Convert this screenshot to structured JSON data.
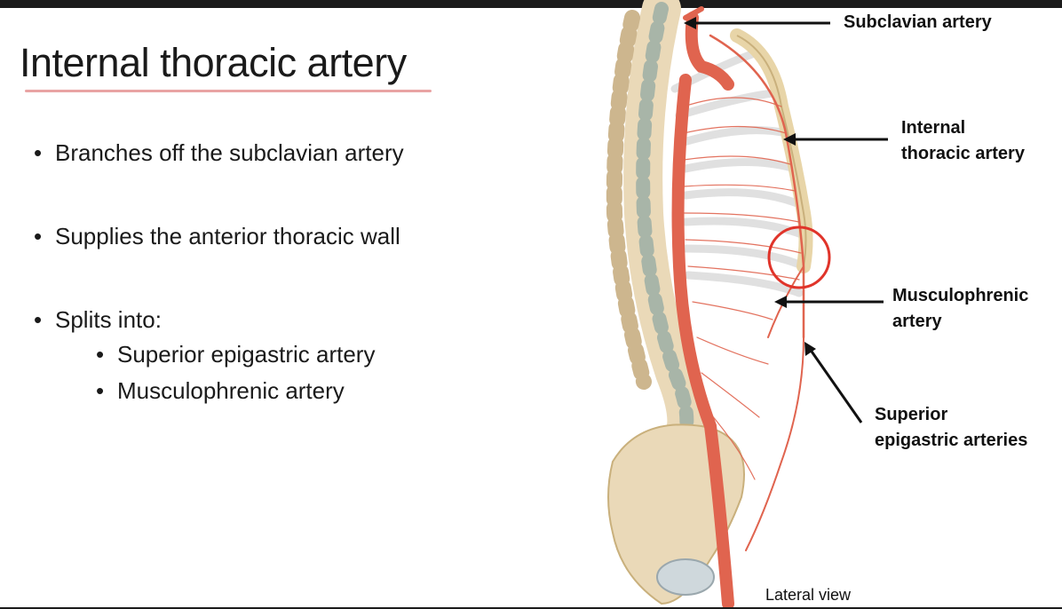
{
  "slide": {
    "title": "Internal thoracic artery",
    "bullets": [
      "Branches off the subclavian artery",
      "Supplies the anterior thoracic wall",
      "Splits into:"
    ],
    "sub_bullets": [
      "Superior epigastric artery",
      "Musculophrenic artery"
    ]
  },
  "figure": {
    "labels": {
      "subclavian": "Subclavian artery",
      "internal_line1": "Internal",
      "internal_line2": "thoracic artery",
      "musculo_line1": "Musculophrenic",
      "musculo_line2": "artery",
      "superior_line1": "Superior",
      "superior_line2": "epigastric arteries"
    },
    "caption": "Lateral view",
    "colors": {
      "artery": "#e0644f",
      "bone": "#ead9b8",
      "bone_shadow": "#cdb68e",
      "disc": "#a8b5a8",
      "highlight_circle": "#e0342a"
    }
  }
}
